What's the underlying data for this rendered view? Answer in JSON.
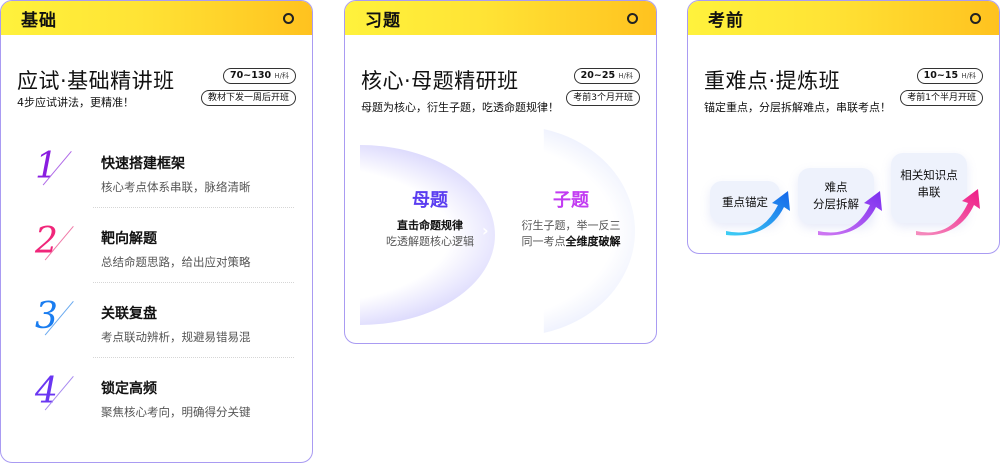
{
  "cards": [
    {
      "header": "基础",
      "title": "应试·基础精讲班",
      "subtitle": "4步应试讲法，更精准！",
      "hours": "70~130",
      "hours_unit": "H/科",
      "start": "教材下发一周后开班",
      "steps": [
        {
          "num": "1",
          "title": "快速搭建框架",
          "desc": "核心考点体系串联，脉络清晰",
          "color": "#8a1de0"
        },
        {
          "num": "2",
          "title": "靶向解题",
          "desc": "总结命题思路，给出应对策略",
          "color": "#f0267a"
        },
        {
          "num": "3",
          "title": "关联复盘",
          "desc": "考点联动辨析，规避易错易混",
          "color": "#1a7df0"
        },
        {
          "num": "4",
          "title": "锁定高频",
          "desc": "聚焦核心考向，明确得分关键",
          "color": "#6a36f2"
        }
      ]
    },
    {
      "header": "习题",
      "title": "核心·母题精研班",
      "subtitle": "母题为核心，衍生子题，吃透命题规律！",
      "hours": "20~25",
      "hours_unit": "H/科",
      "start": "考前3个月开班",
      "mother": {
        "title": "母题",
        "line1": "直击命题规律",
        "line2": "吃透解题核心逻辑"
      },
      "child": {
        "title": "子题",
        "line1": "衍生子题，举一反三",
        "line2_plain": "同一考点",
        "line2_bold": "全维度破解"
      }
    },
    {
      "header": "考前",
      "title": "重难点·提炼班",
      "subtitle": "锚定重点，分层拆解难点，串联考点！",
      "hours": "10~15",
      "hours_unit": "H/科",
      "start": "考前1个半月开班",
      "blocks": [
        {
          "line1": "重点锚定",
          "line2": ""
        },
        {
          "line1": "难点",
          "line2": "分层拆解"
        },
        {
          "line1": "相关知识点",
          "line2": "串联"
        }
      ]
    }
  ],
  "colors": {
    "border": "#a99bf2",
    "header_start": "#fff23c",
    "header_end": "#ffc21f",
    "mother": "#5a3df0",
    "child": "#c23cf2",
    "arrow_blue": "#1a8cf0",
    "arrow_purple": "#9a3cf0",
    "arrow_pink": "#f0267a"
  }
}
